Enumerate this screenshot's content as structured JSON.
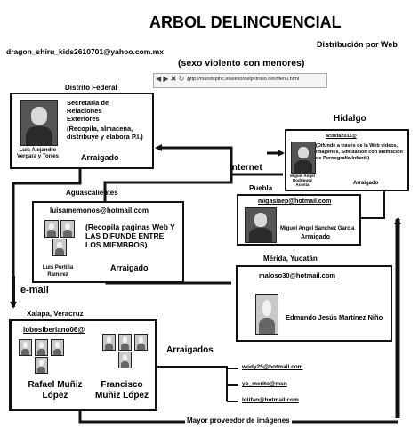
{
  "title": "ARBOL DELINCUENCIAL",
  "subtitle": "(sexo violento con menores)",
  "top_email": "dragon_shiru_kids2610701@yahoo.com.mx",
  "distribution_label": "Distribución por Web",
  "browser_url": "http://mundopthc.elasesordelpetrolio.net/Menu.html",
  "browser_icons": "◀ ▶ ✖ ↻ ⌂",
  "internet_label": "Internet",
  "email_label": "e-mail",
  "nodes": {
    "df": {
      "location": "Distrito Federal",
      "role": "Secretaria de Relaciones Exteriores",
      "description": "(Recopila, almacena, distribuye y elabora P.I.)",
      "person": "Luis Alejandro Vergara y Torres",
      "status": "Arraigado"
    },
    "hidalgo": {
      "location": "Hidalgo",
      "email": "acosta2011@",
      "description": "(Difunde a través de la Web videos, imágenes, Simulación con animación de Pornografía Infantil)",
      "person": "Miguel Angel Rodriguez Acosta",
      "status": "Arraigado"
    },
    "aguascalientes": {
      "location": "Aguascalientes",
      "email": "luisamemonos@hotmail.com",
      "description": "(Recopila paginas Web Y LAS DIFUNDE ENTRE LOS MIEMBROS)",
      "person": "Luis Portilla Ramírez",
      "status": "Arraigado"
    },
    "puebla": {
      "location": "Puebla",
      "email": "migasiaep@hotmail.com",
      "person": "Miguel Angel Sanchez Garcia",
      "status": "Arraigado"
    },
    "merida": {
      "location": "Mérida, Yucatán",
      "email": "maloso30@hotmail.com",
      "person": "Edmundo Jesús  Martínez Niño"
    },
    "xalapa": {
      "location": "Xalapa, Veracruz",
      "email": "lobosiberiano06@",
      "person_1": "Rafael Muñiz López",
      "person_2": "Francisco Muñiz López",
      "status": "Arraigados"
    }
  },
  "extra_emails": [
    "wody25@hotmail.com",
    "yo_merito@msn",
    "lolifan@hotmail.com"
  ],
  "supplier_label": "Mayor proveedor de imágenes"
}
